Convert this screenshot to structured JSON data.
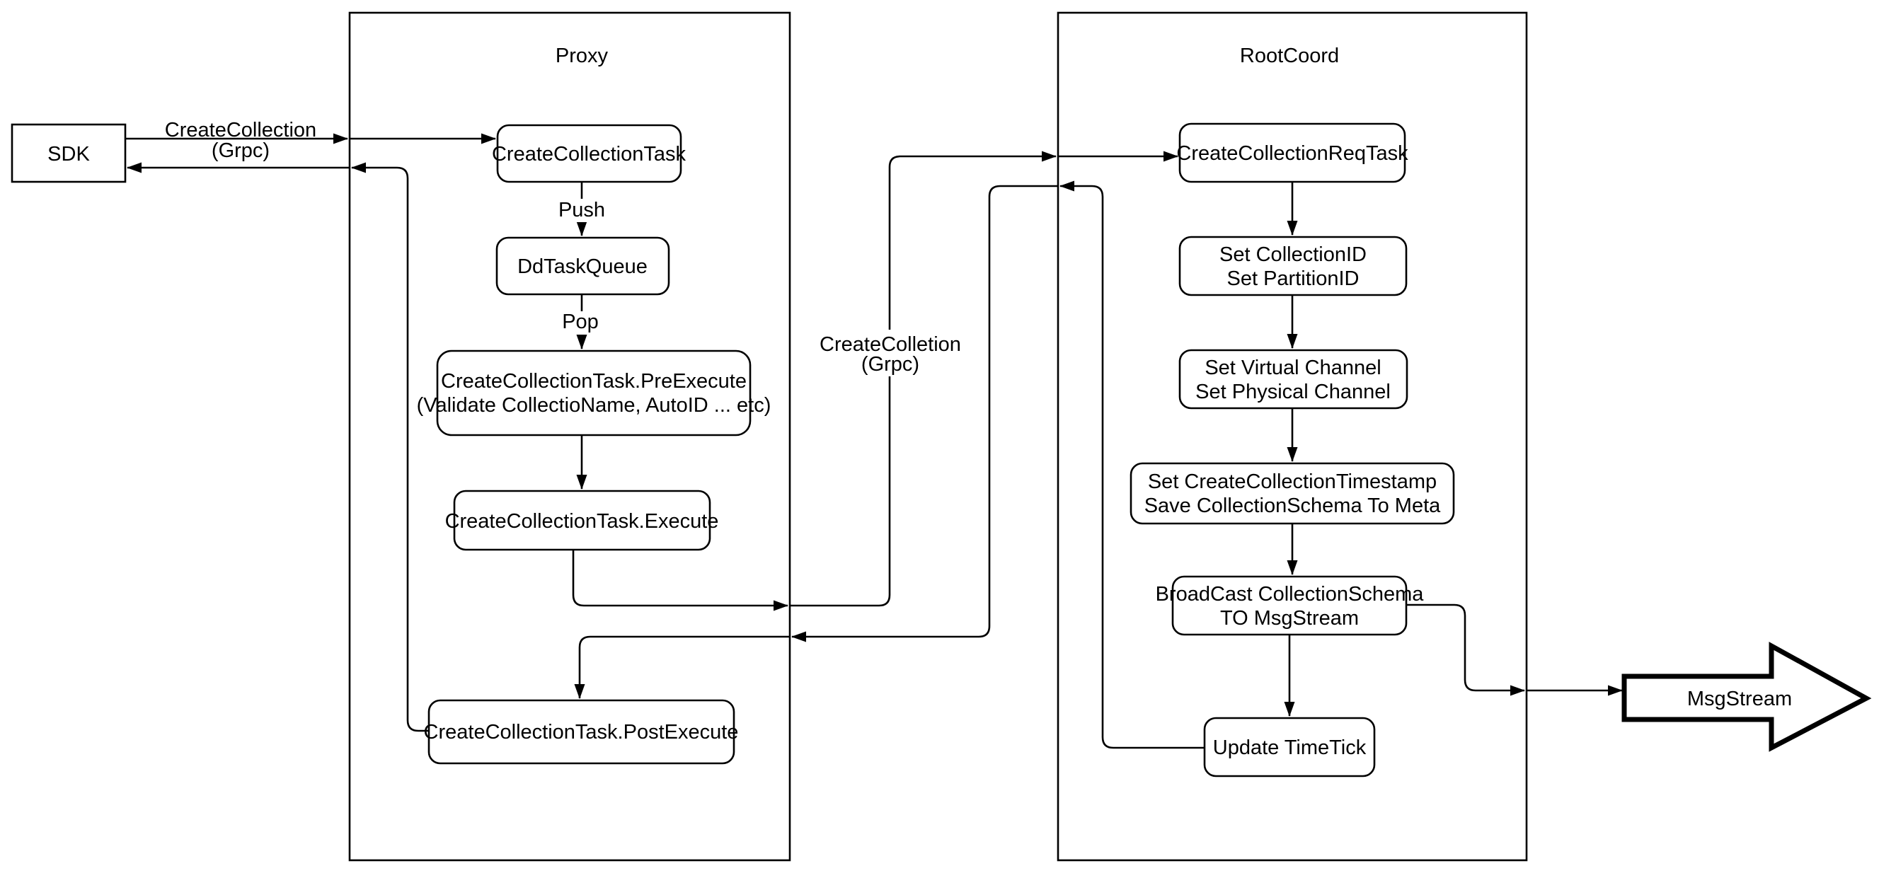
{
  "containers": {
    "proxy": {
      "label": "Proxy"
    },
    "rootcoord": {
      "label": "RootCoord"
    }
  },
  "nodes": {
    "sdk": {
      "label": "SDK"
    },
    "create_collection_task": {
      "label": "CreateCollectionTask"
    },
    "dd_task_queue": {
      "label": "DdTaskQueue"
    },
    "pre_execute": {
      "lines": [
        "CreateCollectionTask.PreExecute",
        "(Validate CollectioName, AutoID ... etc)"
      ]
    },
    "execute": {
      "label": "CreateCollectionTask.Execute"
    },
    "post_execute": {
      "label": "CreateCollectionTask.PostExecute"
    },
    "create_collection_req_task": {
      "label": "CreateCollectionReqTask"
    },
    "set_ids": {
      "lines": [
        "Set CollectionID",
        "Set PartitionID"
      ]
    },
    "set_channels": {
      "lines": [
        "Set Virtual Channel",
        "Set Physical Channel"
      ]
    },
    "set_timestamp": {
      "lines": [
        "Set CreateCollectionTimestamp",
        "Save CollectionSchema To Meta"
      ]
    },
    "broadcast": {
      "lines": [
        "BroadCast CollectionSchema",
        "TO MsgStream"
      ]
    },
    "update_timetick": {
      "label": "Update TimeTick"
    },
    "msgstream": {
      "label": "MsgStream"
    }
  },
  "edge_labels": {
    "sdk_grpc": {
      "lines": [
        "CreateCollection",
        "(Grpc)"
      ]
    },
    "proxy_grpc": {
      "lines": [
        "CreateColletion",
        "(Grpc)"
      ]
    },
    "push": "Push",
    "pop": "Pop"
  },
  "colors": {
    "stroke": "#000000",
    "background": "#ffffff",
    "node_fill": "#ffffff"
  }
}
